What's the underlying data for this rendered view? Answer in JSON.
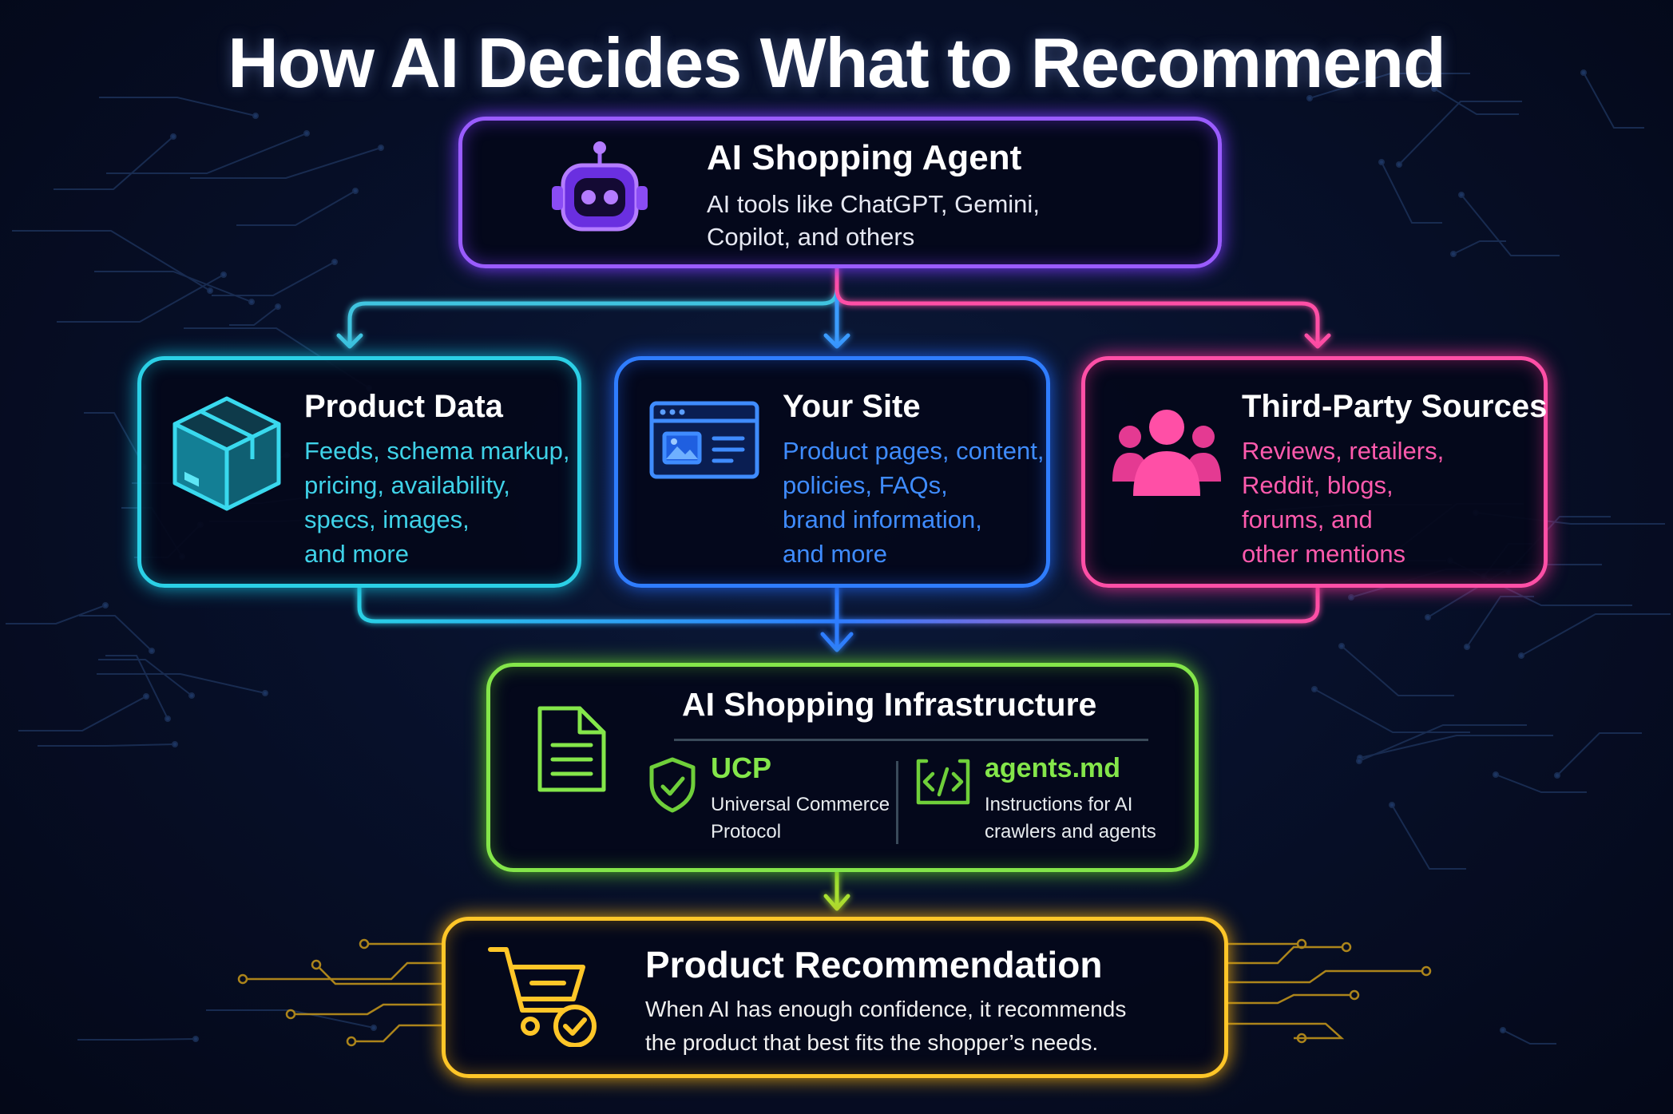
{
  "title": "How AI Decides What to Recommend",
  "agent": {
    "heading": "AI Shopping Agent",
    "lines": [
      "AI tools like ChatGPT, Gemini,",
      "Copilot, and others"
    ],
    "icon": "robot-icon",
    "color": "#9a5cff"
  },
  "sources": [
    {
      "heading": "Product Data",
      "lines": [
        "Feeds, schema markup,",
        "pricing, availability,",
        "specs, images,",
        "and more"
      ],
      "icon": "box-icon",
      "color": "#2bd0e6"
    },
    {
      "heading": "Your Site",
      "lines": [
        "Product pages, content,",
        "policies, FAQs,",
        "brand information,",
        "and more"
      ],
      "icon": "webpage-icon",
      "color": "#2f7dff"
    },
    {
      "heading": "Third-Party Sources",
      "lines": [
        "Reviews, retailers,",
        "Reddit, blogs,",
        "forums, and",
        "other mentions"
      ],
      "icon": "people-icon",
      "color": "#ff4fa6"
    }
  ],
  "infrastructure": {
    "heading": "AI Shopping Infrastructure",
    "icon": "document-icon",
    "color": "#84e64a",
    "items": [
      {
        "name": "UCP",
        "lines": [
          "Universal Commerce",
          "Protocol"
        ],
        "icon": "shield-check-icon"
      },
      {
        "name": "agents.md",
        "lines": [
          "Instructions for AI",
          "crawlers and agents"
        ],
        "icon": "code-icon"
      }
    ]
  },
  "recommendation": {
    "heading": "Product Recommendation",
    "lines": [
      "When AI has enough confidence, it recommends",
      "the product that best fits the shopper’s needs."
    ],
    "icon": "cart-check-icon",
    "color": "#ffc628"
  }
}
